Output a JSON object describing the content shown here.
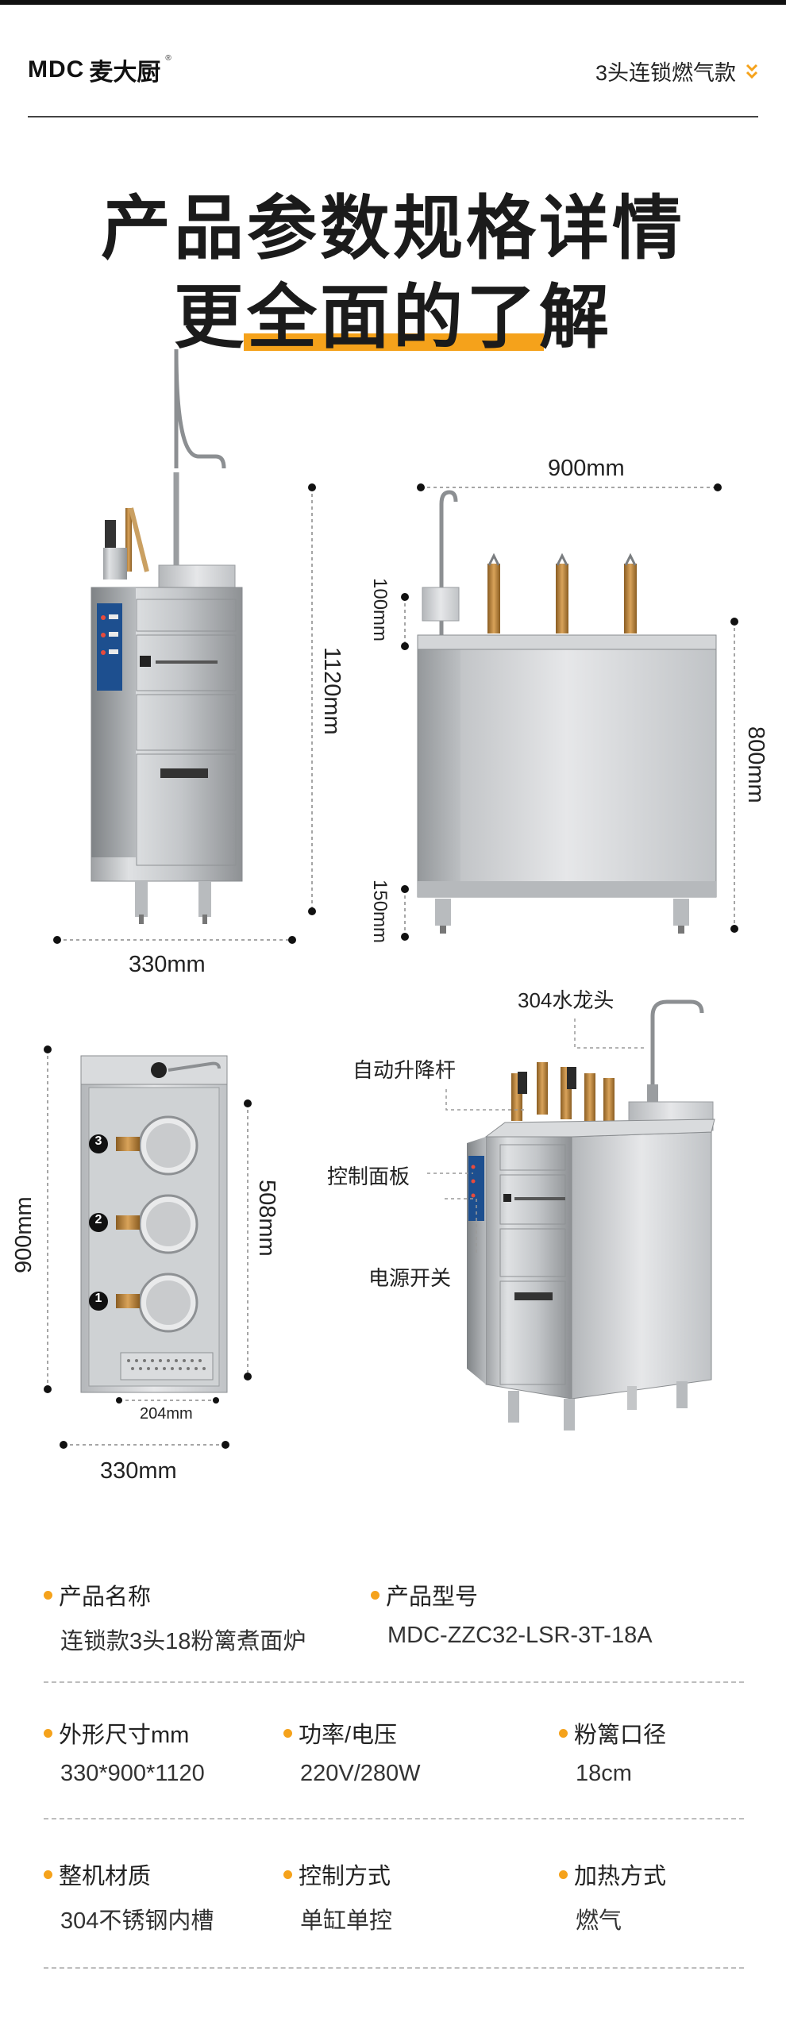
{
  "header": {
    "brand_latin": "MDC",
    "brand_cn": "麦大厨",
    "reg_mark": "®",
    "model_tag": "3头连锁燃气款"
  },
  "headline": {
    "line1": "产品参数规格详情",
    "line2_pre": "更",
    "line2_highlight": "全面的了",
    "line2_post": "解"
  },
  "dimensions": {
    "front_height": "1120mm",
    "front_width": "330mm",
    "side_width": "900mm",
    "side_top": "100mm",
    "side_body": "800mm",
    "side_bottom": "150mm",
    "top_depth": "900mm",
    "top_inner": "508mm",
    "top_inner_width": "204mm",
    "top_width": "330mm",
    "basket_numbers": [
      "3",
      "2",
      "1"
    ]
  },
  "callouts": {
    "faucet": "304水龙头",
    "lift_rod": "自动升降杆",
    "control_panel": "控制面板",
    "power_switch": "电源开关"
  },
  "specs": {
    "rows": [
      [
        {
          "label": "产品名称",
          "value": "连锁款3头18粉篱煮面炉"
        },
        {
          "label": "产品型号",
          "value": "MDC-ZZC32-LSR-3T-18A"
        }
      ],
      [
        {
          "label": "外形尺寸mm",
          "value": "330*900*1120"
        },
        {
          "label": "功率/电压",
          "value": "220V/280W"
        },
        {
          "label": "粉篱口径",
          "value": "18cm"
        }
      ],
      [
        {
          "label": "整机材质",
          "value": "304不锈钢内槽"
        },
        {
          "label": "控制方式",
          "value": "单缸单控"
        },
        {
          "label": "加热方式",
          "value": "燃气"
        }
      ]
    ]
  },
  "colors": {
    "accent": "#f5a21b",
    "steel": "#c9cbcd",
    "text": "#1a1a1a"
  }
}
